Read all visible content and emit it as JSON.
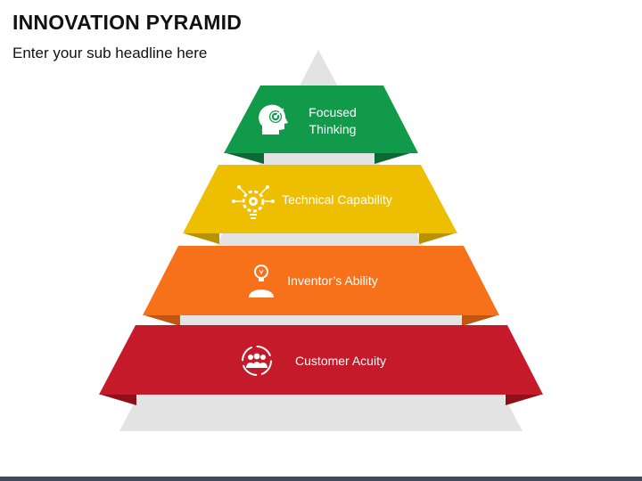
{
  "header": {
    "title": "INNOVATION PYRAMID",
    "subtitle": "Enter your sub headline here"
  },
  "colors": {
    "background_pyramid": "#e3e3e3",
    "green": "#129a4b",
    "yellow": "#edbf00",
    "orange": "#f7711a",
    "red": "#c51a29"
  },
  "tiers": [
    {
      "lines": [
        "Focused",
        "Thinking"
      ],
      "icon": "head-target-icon",
      "color": "#129a4b",
      "fold": "#0b6a33"
    },
    {
      "lines": [
        "Technical Capability"
      ],
      "icon": "gear-nodes-icon",
      "color": "#edbf00",
      "fold": "#b99200"
    },
    {
      "lines": [
        "Inventor’s Ability"
      ],
      "icon": "lightbulb-person-icon",
      "color": "#f7711a",
      "fold": "#c45510"
    },
    {
      "lines": [
        "Customer Acuity"
      ],
      "icon": "customer-group-icon",
      "color": "#c51a29",
      "fold": "#8e1019"
    }
  ]
}
